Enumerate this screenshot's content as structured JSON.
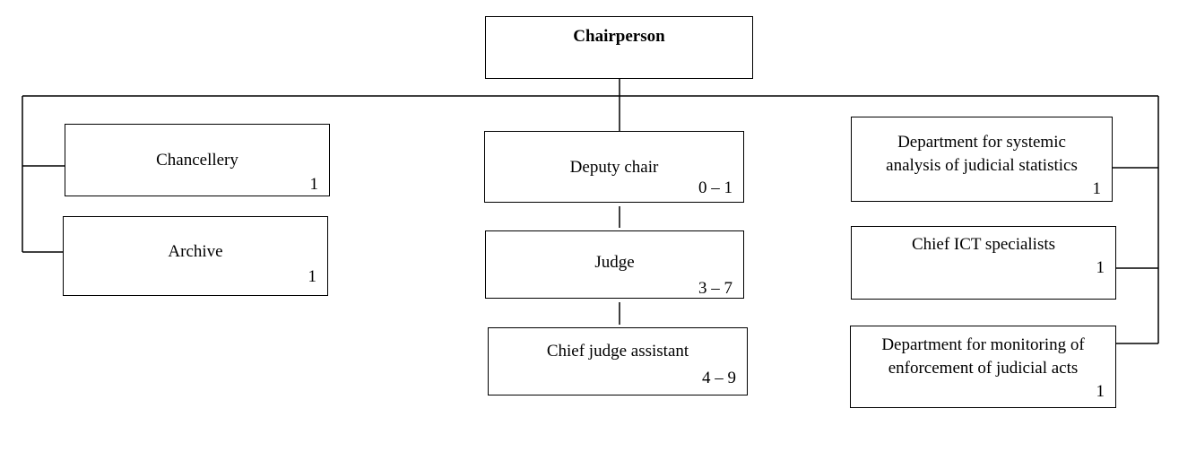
{
  "org_chart": {
    "root": {
      "title": "Chairperson"
    },
    "left_units": [
      {
        "title": "Chancellery",
        "count": "1"
      },
      {
        "title": "Archive",
        "count": "1"
      }
    ],
    "center_chain": [
      {
        "title": "Deputy chair",
        "count": "0 – 1"
      },
      {
        "title": "Judge",
        "count": "3 – 7"
      },
      {
        "title": "Chief judge assistant",
        "count": "4 – 9"
      }
    ],
    "right_units": [
      {
        "title_lines": [
          "Department for systemic",
          "analysis of judicial statistics"
        ],
        "count": "1"
      },
      {
        "title_lines": [
          "Chief ICT specialists"
        ],
        "count": "1"
      },
      {
        "title_lines": [
          "Department for monitoring of",
          "enforcement of judicial acts"
        ],
        "count": "1"
      }
    ]
  },
  "colors": {
    "line": "#000000",
    "box_border": "#000000",
    "background": "#ffffff"
  }
}
